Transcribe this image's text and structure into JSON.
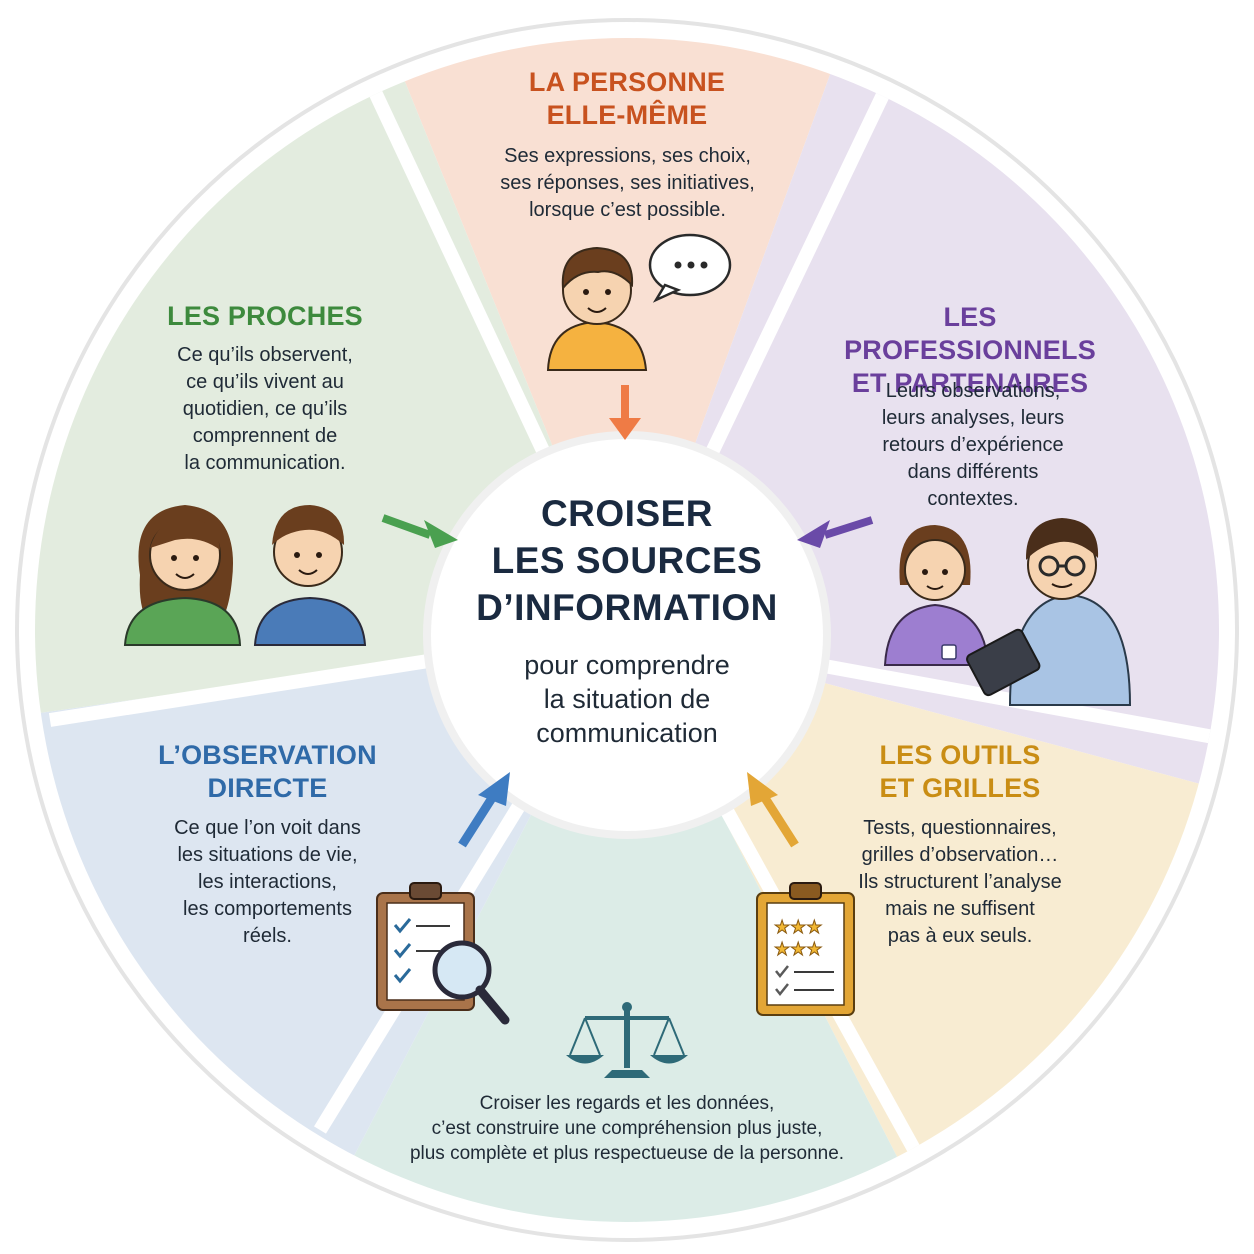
{
  "colors": {
    "personne": "#c8521f",
    "proches": "#3d8a3d",
    "professionnels": "#6a3f9c",
    "observation": "#2f6aa8",
    "outils": "#c98d14",
    "center_title": "#1a2a40",
    "bottom_icon": "#2e6a78"
  },
  "center": {
    "title_lines": [
      "CROISER",
      "LES SOURCES",
      "D’INFORMATION"
    ],
    "subtitle": "pour comprendre\nla situation de\ncommunication"
  },
  "segments": {
    "personne": {
      "title_lines": [
        "LA PERSONNE",
        "ELLE-MÊME"
      ],
      "description": "Ses expressions, ses choix,\nses réponses, ses initiatives,\nlorsque c’est possible.",
      "icon": "person-speech-bubble-icon"
    },
    "proches": {
      "title_lines": [
        "LES PROCHES"
      ],
      "description": "Ce qu’ils observent,\nce qu’ils vivent au\nquotidien, ce qu’ils\ncomprennent de\nla communication.",
      "icon": "two-people-icon"
    },
    "professionnels": {
      "title_lines": [
        "LES PROFESSIONNELS",
        "ET PARTENAIRES"
      ],
      "description": "Leurs observations,\nleurs analyses, leurs\nretours d’expérience\ndans différents\ncontextes.",
      "icon": "professionals-tablet-icon"
    },
    "observation": {
      "title_lines": [
        "L’OBSERVATION",
        "DIRECTE"
      ],
      "description": "Ce que l’on voit dans\nles situations de vie,\nles interactions,\nles comportements\nréels.",
      "icon": "clipboard-magnifier-icon"
    },
    "outils": {
      "title_lines": [
        "LES OUTILS",
        "ET GRILLES"
      ],
      "description": "Tests, questionnaires,\ngrilles d’observation…\nIls structurent l’analyse\nmais ne suffisent\npas à eux seuls.",
      "icon": "clipboard-stars-icon"
    },
    "conclusion": {
      "text": "Croiser les regards et les données,\nc’est construire une compréhension plus juste,\nplus complète et plus respectueuse de la personne.",
      "icon": "balance-scale-icon"
    }
  }
}
